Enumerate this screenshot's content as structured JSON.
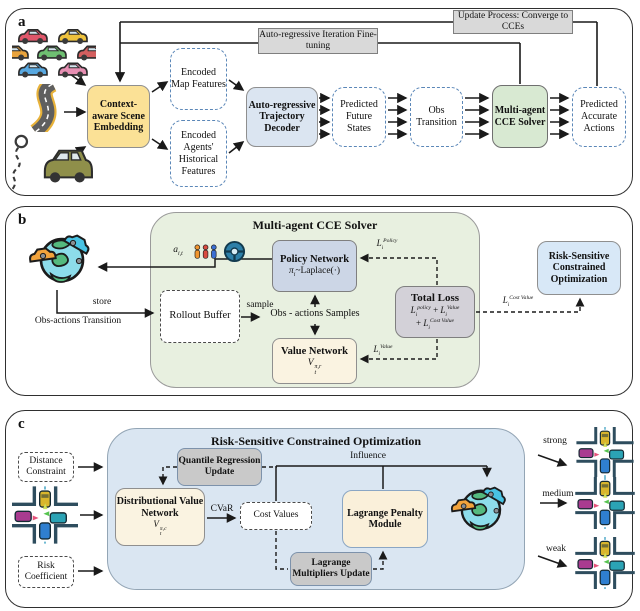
{
  "panels": {
    "a": {
      "label": "a",
      "update_process": "Update Process: Converge to CCEs",
      "fine_tuning": "Auto-regressive Iteration Fine-tuning",
      "scene_embedding": "Context-aware Scene Embedding",
      "encoded_map": "Encoded Map Features",
      "encoded_agents": "Encoded Agents' Historical Features",
      "decoder": "Auto-regressive Trajectory Decoder",
      "predicted_future": "Predicted Future States",
      "obs_transition": "Obs Transition",
      "cce_solver": "Multi-agent CCE Solver",
      "predicted_actions": "Predicted Accurate Actions"
    },
    "b": {
      "label": "b",
      "title": "Multi-agent CCE Solver",
      "store": "store",
      "obs_actions_transition": "Obs-actions Transition",
      "rollout_buffer": "Rollout Buffer",
      "sample": "sample",
      "obs_actions_samples": "Obs - actions Samples",
      "policy_network": "Policy Network",
      "value_network": "Value Network",
      "total_loss": "Total Loss",
      "risk_box": "Risk-Sensitive Constrained Optimization"
    },
    "c": {
      "label": "c",
      "title": "Risk-Sensitive Constrained Optimization",
      "distance_constraint": "Distance Constraint",
      "risk_coefficient": "Risk Coefficient",
      "quantile": "Quantile Regression Update",
      "distributional": "Distributional Value Network",
      "cvar": "CVaR",
      "cost_values": "Cost Values",
      "lagrange_penalty": "Lagrange Penalty Module",
      "lagrange_multipliers": "Lagrange Multipliers Update",
      "influence": "Influence",
      "strength_labels": [
        "strong",
        "medium",
        "weak"
      ]
    }
  },
  "math": {
    "L": "L",
    "V": "V",
    "a": "a",
    "pi": "π",
    "i": "i",
    "t": "t",
    "it": "i,t",
    "laplace": "~Laplace(·)",
    "plus": "+",
    "sup_policy": "Policy",
    "sup_policy_lc": "policy",
    "sup_value": "Value",
    "sup_cost_value": "Cost Value",
    "sup_pi_r": "π,r",
    "sup_pi_c": "π,c"
  },
  "colors": {
    "scene_embedding_yellow": "#fbe196",
    "decoder_blue": "#dbe5f1",
    "cce_green": "#d8e9d2",
    "solver_container_green": "#e8f0e0",
    "policy_blue": "#ccd6e6",
    "value_cream": "#faf3e1",
    "total_loss_gray": "#d3d1d8",
    "risk_blue": "#d8e8f7",
    "c_container_blue": "#dae6f2",
    "update_gray": "#d9d9d9",
    "module_gray": "#c9c9c9",
    "penalty_cream": "#faf0da"
  }
}
